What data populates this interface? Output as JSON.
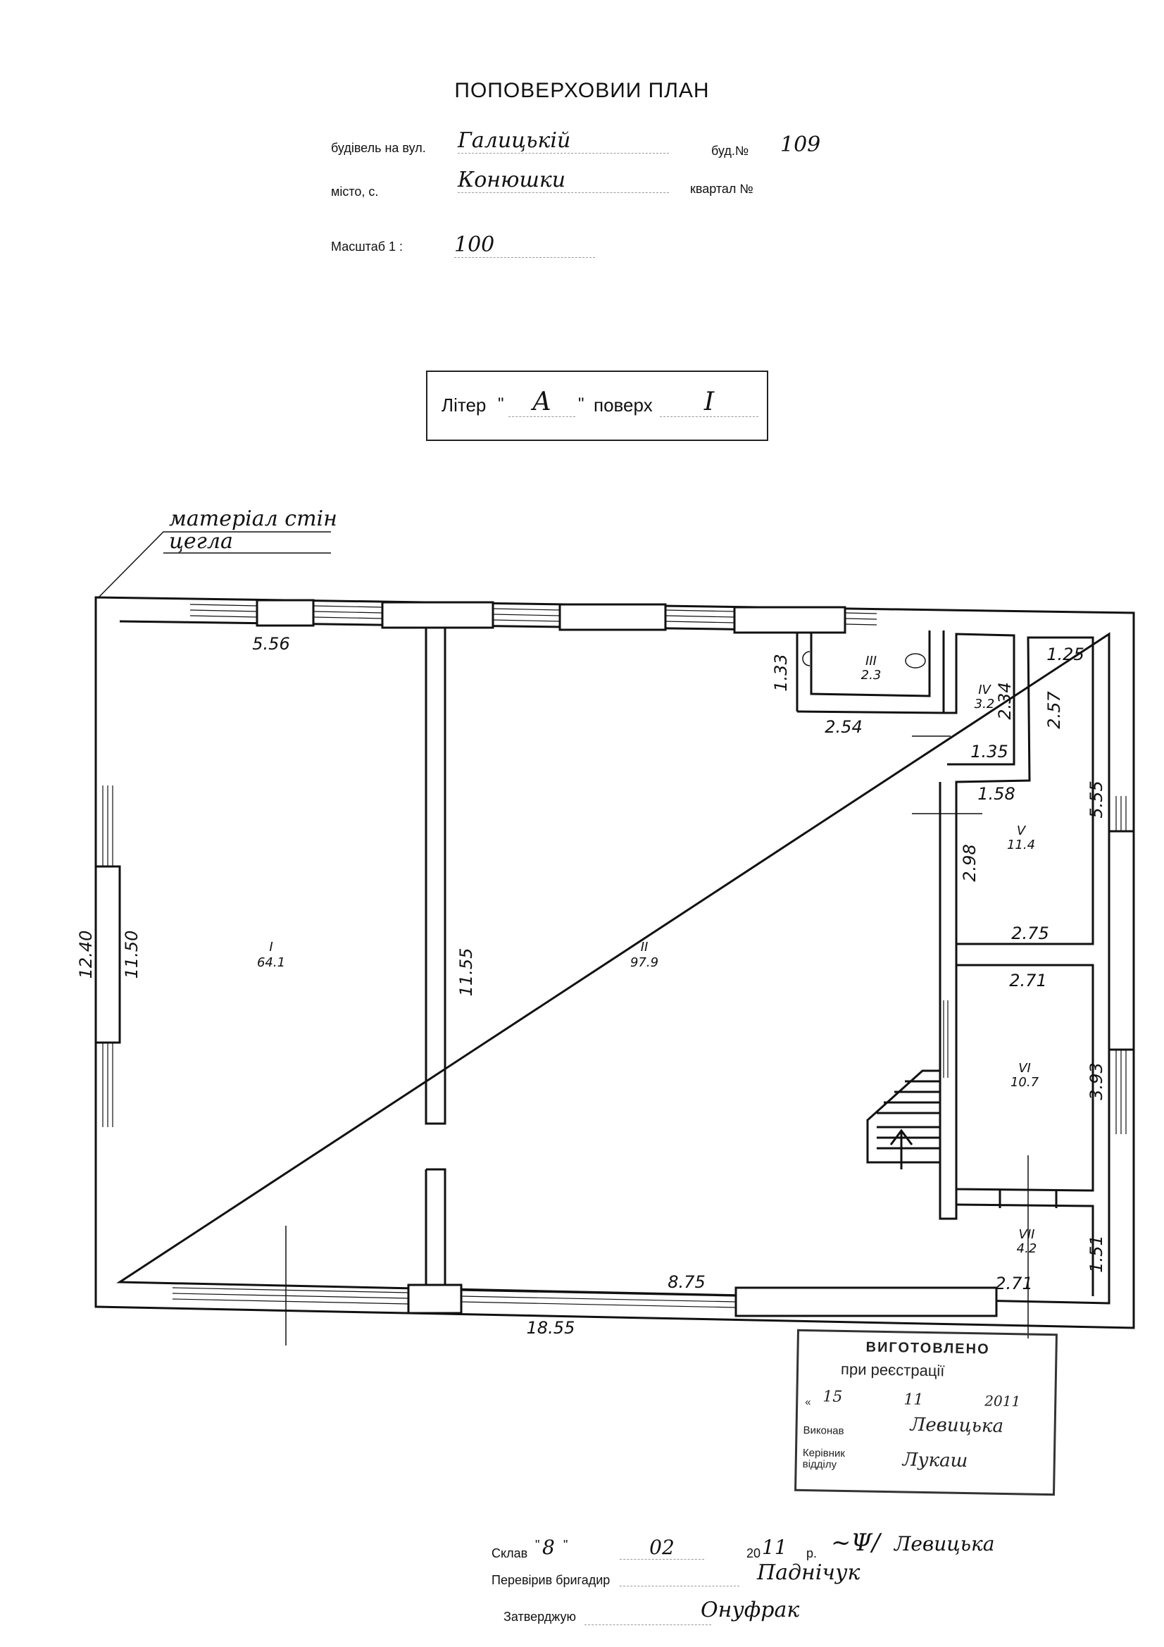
{
  "header": {
    "title": "ПОПОВЕРХОВИИ ПЛАН",
    "street_label": "будівель на вул.",
    "street_value": "Галицькій",
    "building_label": "буд.№",
    "building_value": "109",
    "city_label": "місто, с.",
    "city_value": "Конюшки",
    "quarter_label": "квартал №",
    "scale_label": "Масштаб 1 :",
    "scale_value": "100"
  },
  "liter": {
    "liter_label": "Літер",
    "liter_value": "А",
    "floor_label": "поверх",
    "floor_value": "I"
  },
  "wall_material": {
    "label": "матеріал стін",
    "value": "цегла"
  },
  "rooms": [
    {
      "id": "I",
      "area": "64.1"
    },
    {
      "id": "II",
      "area": "97.9"
    },
    {
      "id": "III",
      "area": "2.3"
    },
    {
      "id": "IV",
      "area": "3.2"
    },
    {
      "id": "V",
      "area": "11.4"
    },
    {
      "id": "VI",
      "area": "10.7"
    },
    {
      "id": "VII",
      "area": "4.2"
    }
  ],
  "dimensions": {
    "d556": "5.56",
    "d1240": "12.40",
    "d1150": "11.50",
    "d1155": "11.55",
    "d1855": "18.55",
    "d875": "8.75",
    "d133": "1.33",
    "d254": "2.54",
    "d234": "2.34",
    "d135": "1.35",
    "d125": "1.25",
    "d257": "2.57",
    "d158": "1.58",
    "d555": "5.55",
    "d298": "2.98",
    "d275": "2.75",
    "d271a": "2.71",
    "d393": "3.93",
    "d151": "1.51",
    "d271b": "2.71"
  },
  "stamp": {
    "line1": "ВИГОТОВЛЕНО",
    "line2": "при реєстрації",
    "day": "15",
    "month": "11",
    "year": "2011",
    "executor_label": "Виконав",
    "executor_value": "Левицька",
    "head_label": "Керівник відділу",
    "head_value": "Лукаш"
  },
  "footer": {
    "composed_label": "Склав",
    "composed_day": "8",
    "composed_month": "02",
    "composed_year_prefix": "20",
    "composed_year_suffix": "11",
    "composed_year_unit": "р.",
    "composed_name": "Левицька",
    "checked_label": "Перевірив бригадир",
    "checked_name": "Паднічук",
    "approved_label": "Затверджую",
    "approved_name": "Онуфрак"
  }
}
